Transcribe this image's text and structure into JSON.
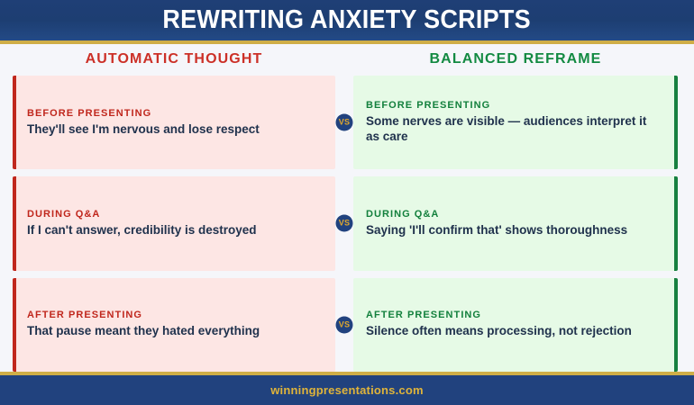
{
  "header": {
    "title": "REWRITING ANXIETY SCRIPTS"
  },
  "columns": {
    "left_heading": "AUTOMATIC THOUGHT",
    "right_heading": "BALANCED REFRAME"
  },
  "divider_badge_label": "VS",
  "rows": [
    {
      "negative": {
        "label": "BEFORE PRESENTING",
        "text": "They'll see I'm nervous and lose respect"
      },
      "positive": {
        "label": "BEFORE PRESENTING",
        "text": "Some nerves are visible — audiences interpret it as care"
      }
    },
    {
      "negative": {
        "label": "DURING Q&A",
        "text": "If I can't answer, credibility is destroyed"
      },
      "positive": {
        "label": "DURING Q&A",
        "text": "Saying 'I'll confirm that' shows thoroughness"
      }
    },
    {
      "negative": {
        "label": "AFTER PRESENTING",
        "text": "That pause meant they hated everything"
      },
      "positive": {
        "label": "AFTER PRESENTING",
        "text": "Silence often means processing, not rejection"
      }
    }
  ],
  "footer": {
    "text": "winningpresentations.com"
  },
  "colors": {
    "navy": "#21427e",
    "gold": "#cfae47",
    "red": "#c0271d",
    "green": "#13803d",
    "negative_bg": "#fde6e4",
    "positive_bg": "#e6fae6",
    "page_bg": "#f5f6fa",
    "body_text": "#20324d"
  }
}
